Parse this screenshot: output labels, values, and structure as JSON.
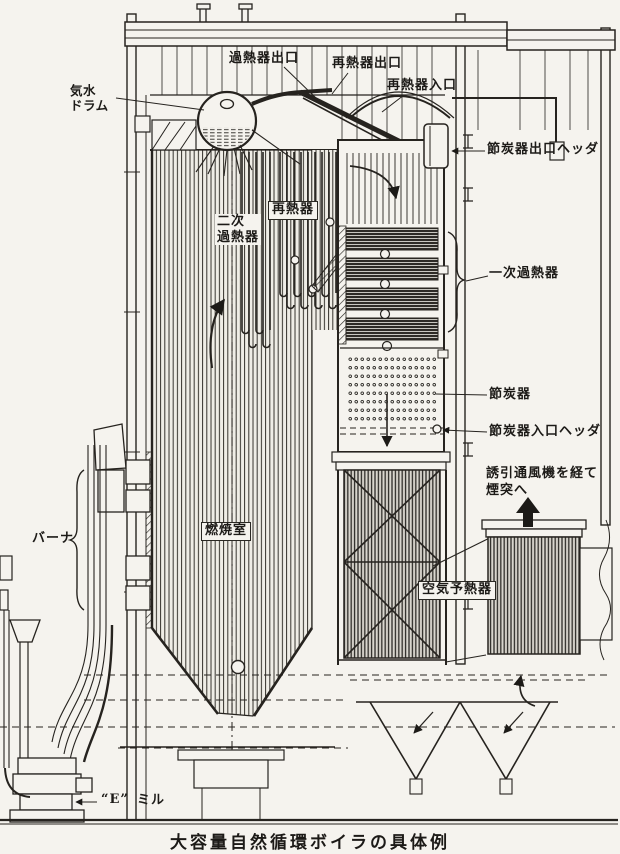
{
  "diagram": {
    "caption": "大容量自然循環ボイラの具体例",
    "labels": {
      "drum": "気水\nドラム",
      "sh_outlet": "過熱器出口",
      "rh_outlet": "再熱器出口",
      "rh_inlet": "再熱器入口",
      "eco_outlet_header": "節炭器出口ヘッダ",
      "reheater": "再熱器",
      "secondary_sh": "二次\n過熱器",
      "primary_sh": "一次過熱器",
      "economizer": "節炭器",
      "eco_inlet_header": "節炭器入口ヘッダ",
      "to_stack": "誘引通風機を経て\n煙突へ",
      "burner": "バーナ",
      "furnace": "燃焼室",
      "air_preheater": "空気予熱器",
      "mill_tag": "“E”",
      "mill": "ミル"
    },
    "colors": {
      "ink": "#26231f",
      "paper": "#f5f3ee"
    }
  }
}
